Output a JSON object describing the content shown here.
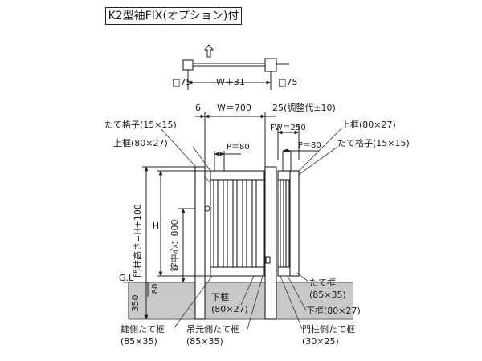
{
  "title": "K2型袖FIX(オプション)付",
  "plan": {
    "post_left": "□75",
    "width_total": "W＋31",
    "post_right": "□75"
  },
  "top_dims": {
    "left_gap": "6",
    "door_width": "W＝700",
    "right_gap": "25(調整代±10)",
    "fix_width": "FW＝250",
    "pitch_left": "P＝80",
    "pitch_right": "P＝80"
  },
  "left_labels": {
    "slat": "たて格子(15×15)",
    "top_frame": "上框(80×27)"
  },
  "right_labels": {
    "top_frame": "上框(80×27)",
    "slat": "たて格子(15×15)"
  },
  "vertical_dims": {
    "post_height": "門柱高さ=H+100",
    "lock_center": "錠中心：800",
    "height": "H",
    "ground_gap": "80",
    "embed": "350"
  },
  "ground_label": "G.L",
  "bottom_labels": {
    "bottom_frame_1": "下框",
    "bottom_frame_2": "(80×27)",
    "lock_side_1": "錠側たて框",
    "lock_side_2": "(85×35)",
    "hinge_side_1": "吊元側たて框",
    "hinge_side_2": "(85×35)",
    "fix_vertical_1": "たて框",
    "fix_vertical_2": "(85×35)",
    "fix_bottom": "下框(80×27)",
    "post_side_1": "門柱側たて框",
    "post_side_2": "(30×25)"
  }
}
